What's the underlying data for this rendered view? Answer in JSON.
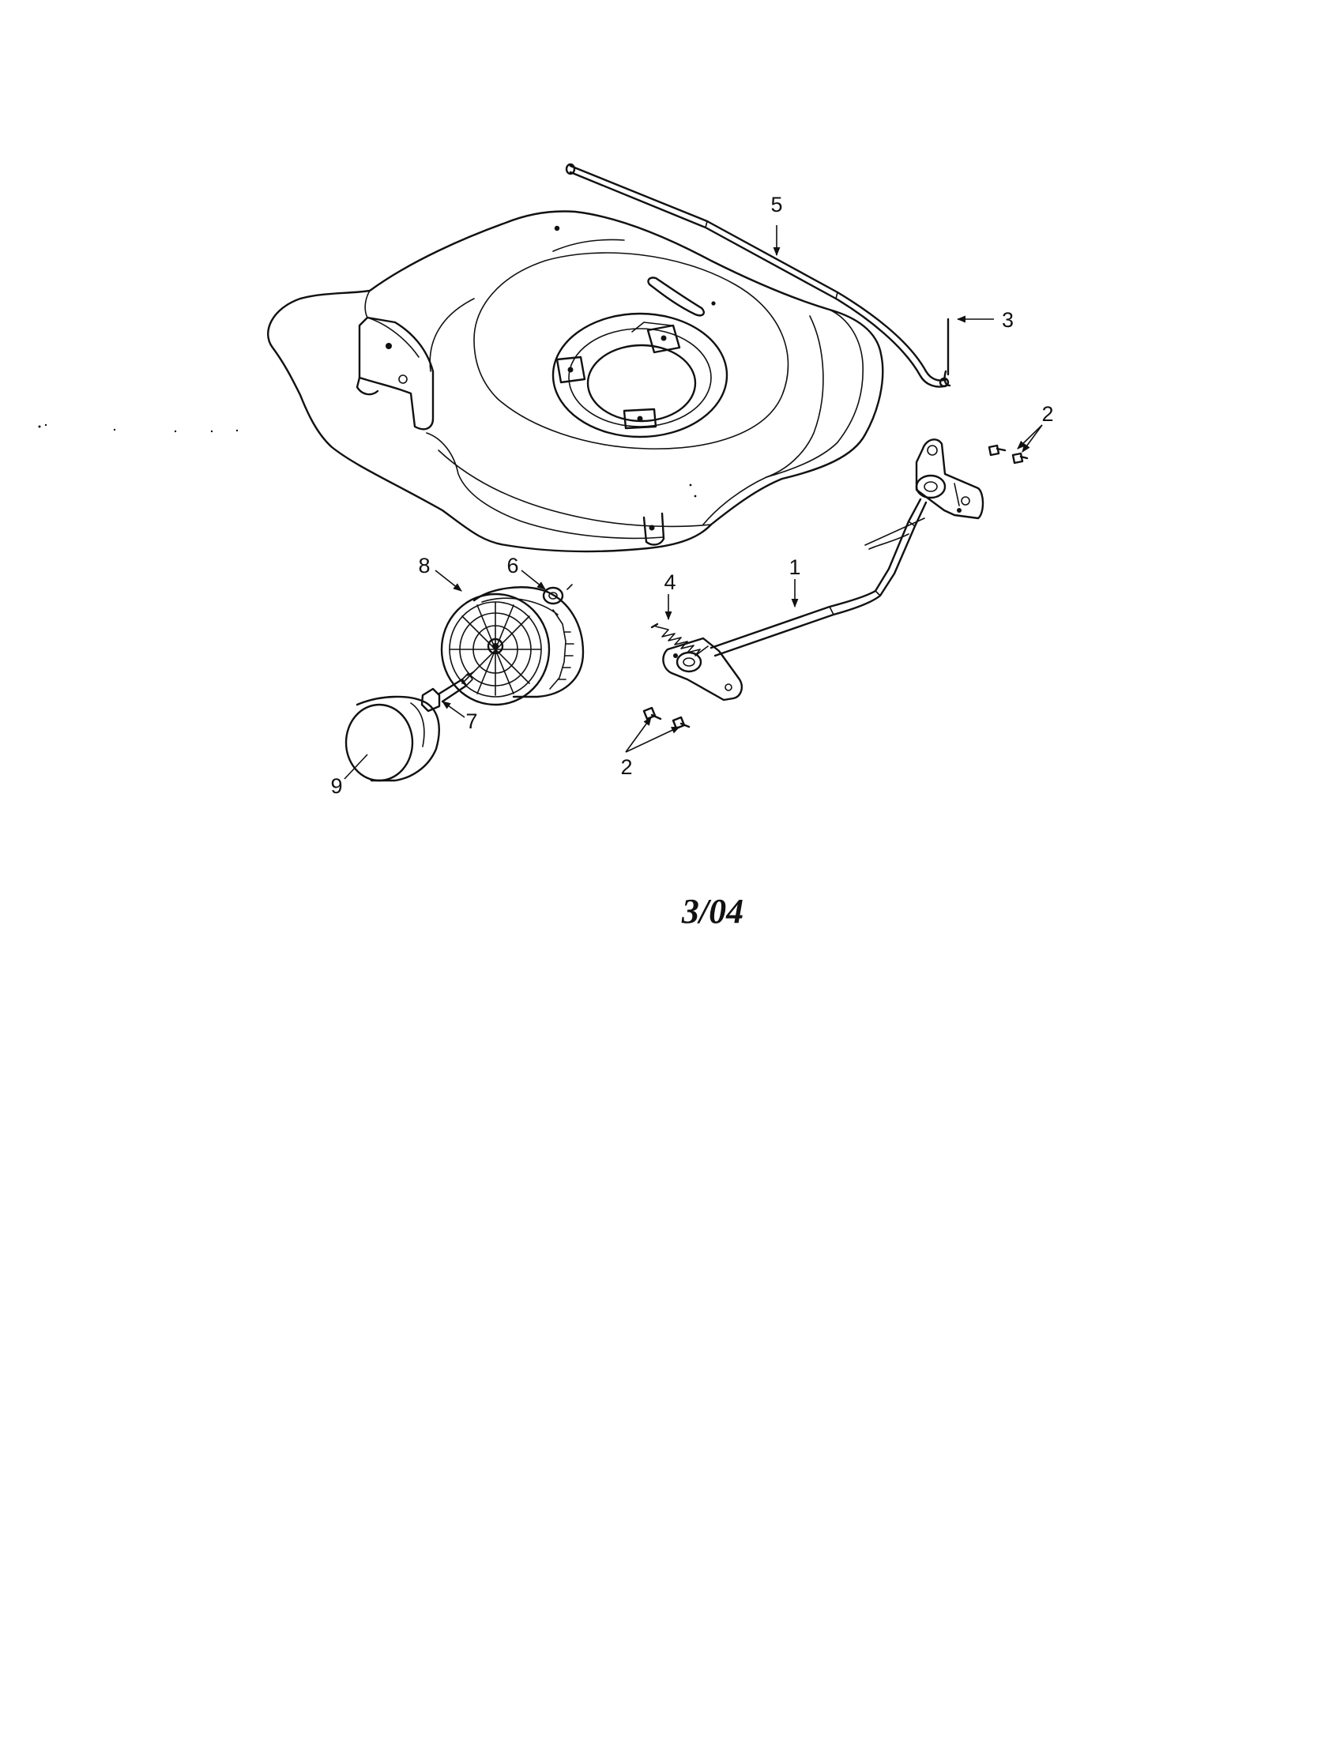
{
  "callouts": [
    {
      "id": "callout-1",
      "text": "1"
    },
    {
      "id": "callout-2-top",
      "text": "2"
    },
    {
      "id": "callout-2-bottom",
      "text": "2"
    },
    {
      "id": "callout-3",
      "text": "3"
    },
    {
      "id": "callout-4",
      "text": "4"
    },
    {
      "id": "callout-5",
      "text": "5"
    },
    {
      "id": "callout-6",
      "text": "6"
    },
    {
      "id": "callout-7",
      "text": "7"
    },
    {
      "id": "callout-8",
      "text": "8"
    },
    {
      "id": "callout-9",
      "text": "9"
    }
  ],
  "date_stamp": "3/04",
  "colors": {
    "ink": "#111111",
    "paper": "#ffffff"
  }
}
